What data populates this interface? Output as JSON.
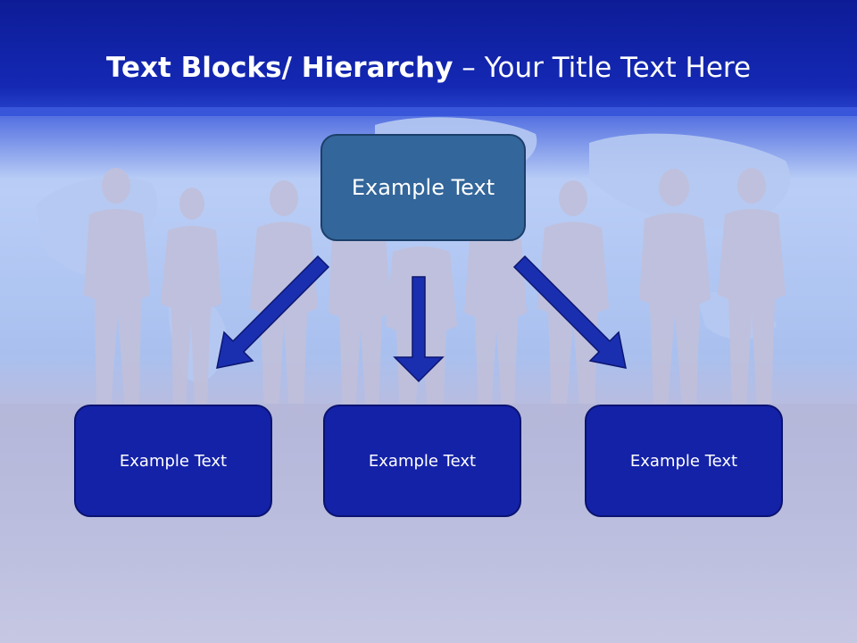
{
  "slide": {
    "title_bold": "Text Blocks/ Hierarchy",
    "title_separator": " – ",
    "title_rest": "Your Title Text Here"
  },
  "diagram": {
    "root": {
      "label": "Example Text"
    },
    "children": [
      {
        "label": "Example Text"
      },
      {
        "label": "Example Text"
      },
      {
        "label": "Example Text"
      }
    ]
  },
  "colors": {
    "title_bar": "#1428b4",
    "root_box": "#33669a",
    "child_box": "#1422a8",
    "arrow": "#1a2fb0"
  }
}
